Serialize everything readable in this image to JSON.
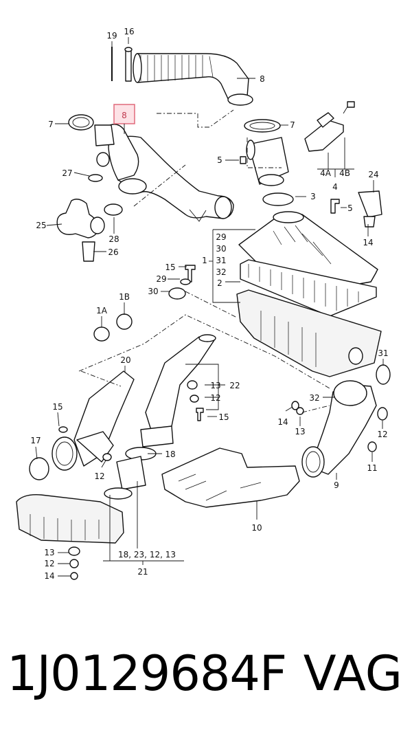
{
  "diagram": {
    "highlighted_part": "8",
    "callouts": {
      "c19": "19",
      "c16": "16",
      "c8a": "8",
      "c7a": "7",
      "c7b": "7",
      "c5a": "5",
      "c4A": "4A",
      "c4B": "4B",
      "c4": "4",
      "c24": "24",
      "c27": "27",
      "c3": "3",
      "c5b": "5",
      "c25": "25",
      "c28": "28",
      "c29a": "29",
      "c30a": "30",
      "c1": "1",
      "c31a": "31",
      "c32a": "32",
      "c2": "2",
      "c14a": "14",
      "c26": "26",
      "c15a": "15",
      "c29b": "29",
      "c30b": "30",
      "c1A": "1A",
      "c1B": "1B",
      "c31b": "31",
      "c20": "20",
      "c13a": "13",
      "c22": "22",
      "c12a": "12",
      "c15b": "15",
      "c32b": "32",
      "c15c": "15",
      "c14b": "14",
      "c13b": "13",
      "c12b": "12",
      "c17": "17",
      "c18a": "18",
      "c12c": "12",
      "c11": "11",
      "c9": "9",
      "c10": "10",
      "c13c": "13",
      "c12d": "12",
      "c14c": "14",
      "c18seq": "18, 23, 12, 13",
      "c21": "21"
    }
  },
  "footer": {
    "part_number": "1J0129684F",
    "brand": "VAG"
  }
}
